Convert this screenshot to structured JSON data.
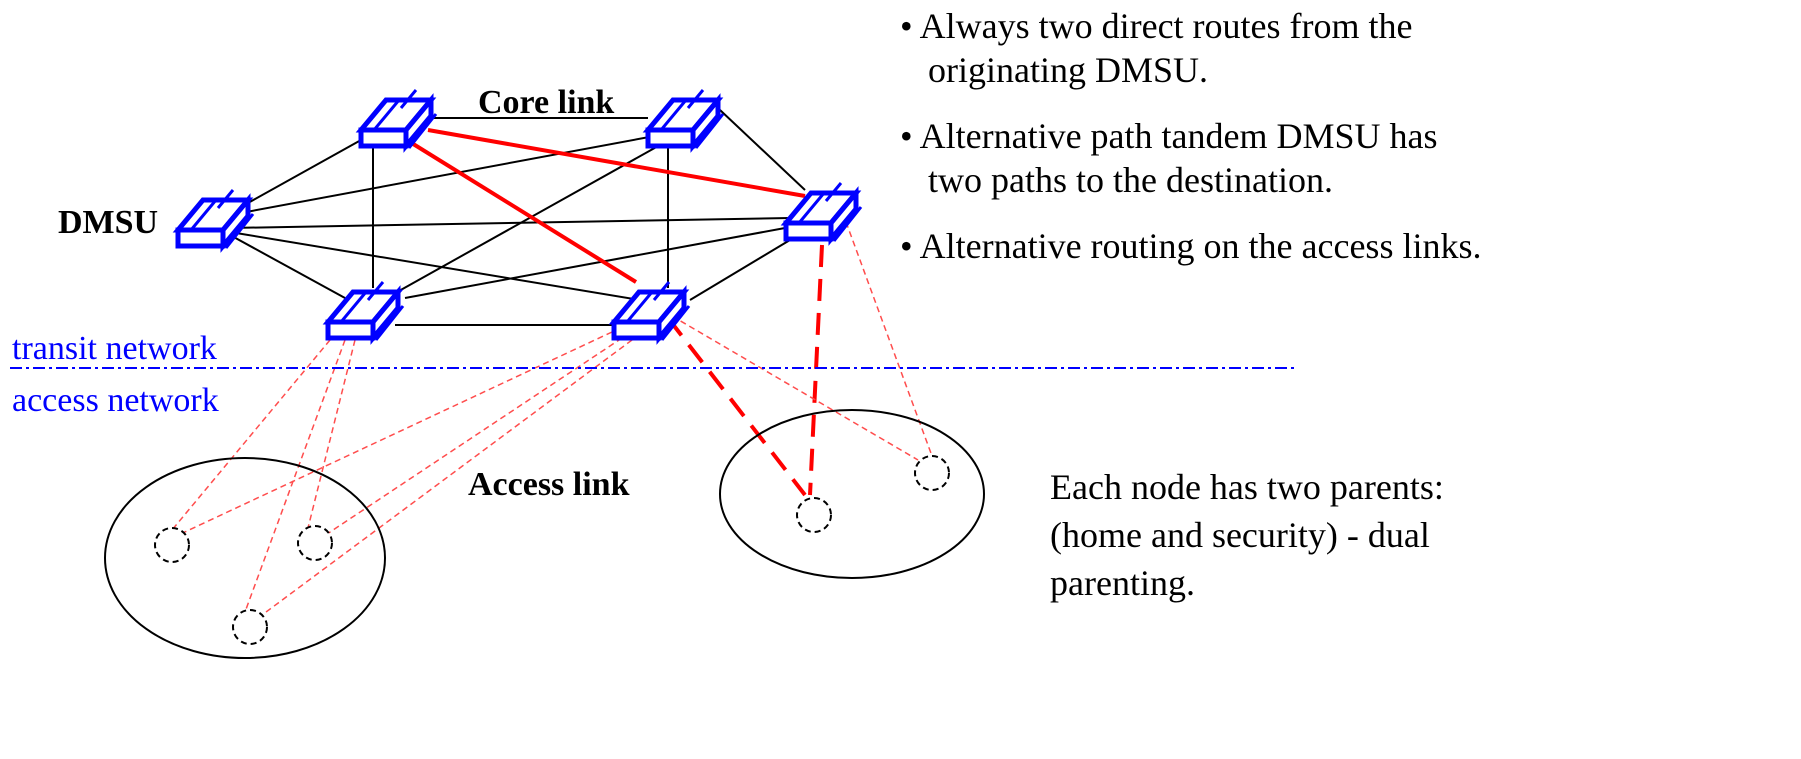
{
  "labels": {
    "core_link": "Core link",
    "dmsu": "DMSU",
    "access_link": "Access link",
    "transit_network": "transit network",
    "access_network": "access network"
  },
  "bullets": [
    {
      "line1": "• Always two direct routes from the",
      "line2": "originating DMSU."
    },
    {
      "line1": "• Alternative path tandem DMSU has",
      "line2": "two paths to the destination."
    },
    {
      "line1": "• Alternative routing on the access links.",
      "line2": ""
    }
  ],
  "note": {
    "line1": "Each node has two parents:",
    "line2": "(home and security) - dual",
    "line3": "parenting."
  },
  "colors": {
    "switch": "#0000ff",
    "core_link": "#000000",
    "highlight_route": "#ff0000",
    "access_link": "#ff4d4d",
    "boundary": "#0000ff"
  }
}
